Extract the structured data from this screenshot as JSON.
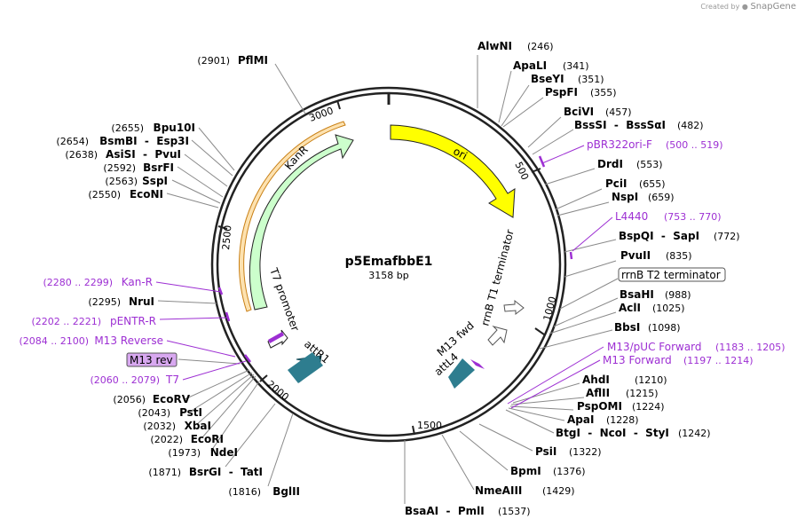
{
  "app": {
    "credit_prefix": "Created by",
    "credit_brand": "SnapGene"
  },
  "plasmid": {
    "name": "p5EmafbbE1",
    "size_label": "3158 bp",
    "length": 3158
  },
  "tick_labels": [
    "500",
    "1000",
    "1500",
    "2000",
    "2500",
    "3000"
  ],
  "features": {
    "ori": "ori",
    "kanr": "KanR",
    "t7_promoter": "T7 promoter",
    "attr1": "attR1",
    "m13_fwd": "M13 fwd",
    "attl4": "attL4",
    "rrnb_t1": "rrnB T1 terminator"
  },
  "colors": {
    "backbone": "#222222",
    "ori": "#ffff00",
    "kanr": "#ccffcc",
    "kanr_orf": "#f5a623",
    "att": "#2e7d8f",
    "primer": "#9d2fd3",
    "primer_box": "#d8a8f0",
    "terminator": "#ffffff"
  },
  "sites": [
    {
      "name": "AlwNI",
      "pos": "(246)"
    },
    {
      "name": "ApaLI",
      "pos": "(341)"
    },
    {
      "name": "BseYI",
      "pos": "(351)"
    },
    {
      "name": "PspFI",
      "pos": "(355)"
    },
    {
      "name": "BciVI",
      "pos": "(457)"
    },
    {
      "name": "BssSI  -  BssSαI",
      "pos": "(482)"
    },
    {
      "name": "DrdI",
      "pos": "(553)"
    },
    {
      "name": "PciI",
      "pos": "(655)"
    },
    {
      "name": "NspI",
      "pos": "(659)"
    },
    {
      "name": "BspQI  -  SapI",
      "pos": "(772)"
    },
    {
      "name": "PvuII",
      "pos": "(835)"
    },
    {
      "name": "BsaHI",
      "pos": "(988)"
    },
    {
      "name": "AclI",
      "pos": "(1025)"
    },
    {
      "name": "BbsI",
      "pos": "(1098)"
    },
    {
      "name": "AhdI",
      "pos": "(1210)"
    },
    {
      "name": "AflII",
      "pos": "(1215)"
    },
    {
      "name": "PspOMI",
      "pos": "(1224)"
    },
    {
      "name": "ApaI",
      "pos": "(1228)"
    },
    {
      "name": "BtgI  -  NcoI  -  StyI",
      "pos": "(1242)"
    },
    {
      "name": "PsiI",
      "pos": "(1322)"
    },
    {
      "name": "BpmI",
      "pos": "(1376)"
    },
    {
      "name": "NmeAIII",
      "pos": "(1429)"
    },
    {
      "name": "BsaAI  -  PmlI",
      "pos": "(1537)"
    },
    {
      "name": "BglII",
      "pos": "(1816)"
    },
    {
      "name": "BsrGI  -  TatI",
      "pos": "(1871)"
    },
    {
      "name": "NdeI",
      "pos": "(1973)"
    },
    {
      "name": "EcoRI",
      "pos": "(2022)"
    },
    {
      "name": "XbaI",
      "pos": "(2032)"
    },
    {
      "name": "PstI",
      "pos": "(2043)"
    },
    {
      "name": "EcoRV",
      "pos": "(2056)"
    },
    {
      "name": "NruI",
      "pos": "(2295)"
    },
    {
      "name": "EcoNI",
      "pos": "(2550)"
    },
    {
      "name": "SspI",
      "pos": "(2563)"
    },
    {
      "name": "BsrFI",
      "pos": "(2592)"
    },
    {
      "name": "AsiSI  -  PvuI",
      "pos": "(2638)"
    },
    {
      "name": "BsmBI  -  Esp3I",
      "pos": "(2654)"
    },
    {
      "name": "Bpu10I",
      "pos": "(2655)"
    },
    {
      "name": "PflMI",
      "pos": "(2901)"
    }
  ],
  "primers": [
    {
      "name": "pBR322ori-F",
      "range": "(500 .. 519)"
    },
    {
      "name": "L4440",
      "range": "(753 .. 770)"
    },
    {
      "name": "M13/pUC Forward",
      "range": "(1183 .. 1205)"
    },
    {
      "name": "M13 Forward",
      "range": "(1197 .. 1214)"
    },
    {
      "name": "Kan-R",
      "range": "(2280 .. 2299)"
    },
    {
      "name": "pENTR-R",
      "range": "(2202 .. 2221)"
    },
    {
      "name": "M13 Reverse",
      "range": "(2084 .. 2100)"
    },
    {
      "name": "T7",
      "range": "(2060 .. 2079)"
    }
  ],
  "boxed_labels": {
    "rrnb_t2": "rrnB T2 terminator",
    "m13_rev": "M13 rev"
  }
}
